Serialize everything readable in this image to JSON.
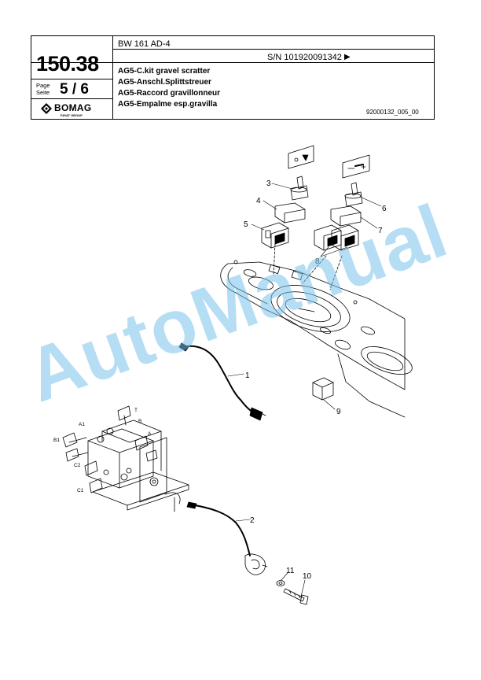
{
  "header": {
    "model": "BW 161 AD-4",
    "serial": "S/N 101920091342",
    "serial_arrow": "▶",
    "page_number": "150.38",
    "page_label": "Page",
    "seite_label": "Seite",
    "sheet": "5 / 6",
    "brand": "BOMAG",
    "brand_group": "FAYAT GROUP",
    "titles": [
      "AG5-C.kit gravel scratter",
      "AG5-Anschl.Splittstreuer",
      "AG5-Raccord gravillonneur",
      "AG5-Empalme esp.gravilla"
    ],
    "drawing_number": "92000132_005_00"
  },
  "callouts": [
    "1",
    "2",
    "3",
    "4",
    "5",
    "6",
    "7",
    "8",
    "9",
    "10",
    "11"
  ],
  "ports": [
    "A1",
    "B1",
    "C2",
    "C1",
    "T",
    "B",
    "A"
  ],
  "watermark": "AutoManual"
}
